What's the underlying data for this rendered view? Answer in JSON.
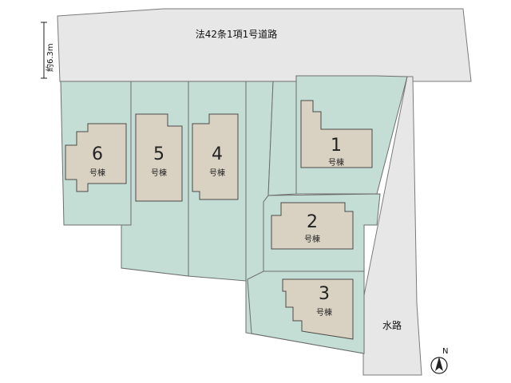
{
  "road_label": "法42条1項1号道路",
  "road_width": "約6.3m",
  "waterway_label": "水路",
  "compass_letter": "N",
  "building_suffix": "号棟",
  "buildings": [
    {
      "number": "1"
    },
    {
      "number": "2"
    },
    {
      "number": "3"
    },
    {
      "number": "4"
    },
    {
      "number": "5"
    },
    {
      "number": "6"
    }
  ],
  "colors": {
    "lot_fill": "#c4ded5",
    "building_fill": "#d9d1c1",
    "road_fill": "#e7e7e7"
  }
}
